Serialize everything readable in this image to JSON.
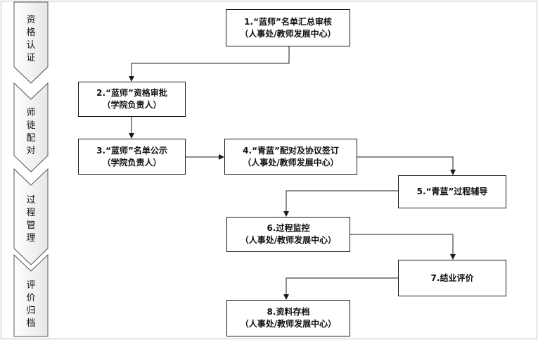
{
  "stages": [
    {
      "label": "资\n格\n认\n证"
    },
    {
      "label": "师\n徒\n配\n对"
    },
    {
      "label": "过\n程\n管\n理"
    },
    {
      "label": "评\n价\n归\n档"
    }
  ],
  "steps": [
    {
      "line1": "1.“蓝师”名单汇总审核",
      "line2": "（人事处/教师发展中心）"
    },
    {
      "line1": "2.“蓝师”资格审批",
      "line2": "（学院负责人）"
    },
    {
      "line1": "3.“蓝师”名单公示",
      "line2": "（学院负责人）"
    },
    {
      "line1": "4.“青蓝”配对及协议签订",
      "line2": "（人事处/教师发展中心）"
    },
    {
      "line1": "5.“青蓝”过程辅导",
      "line2": ""
    },
    {
      "line1": "6.过程监控",
      "line2": "（人事处/教师发展中心）"
    },
    {
      "line1": "7.结业评价",
      "line2": ""
    },
    {
      "line1": "8.资料存档",
      "line2": "（人事处/教师发展中心）"
    }
  ]
}
